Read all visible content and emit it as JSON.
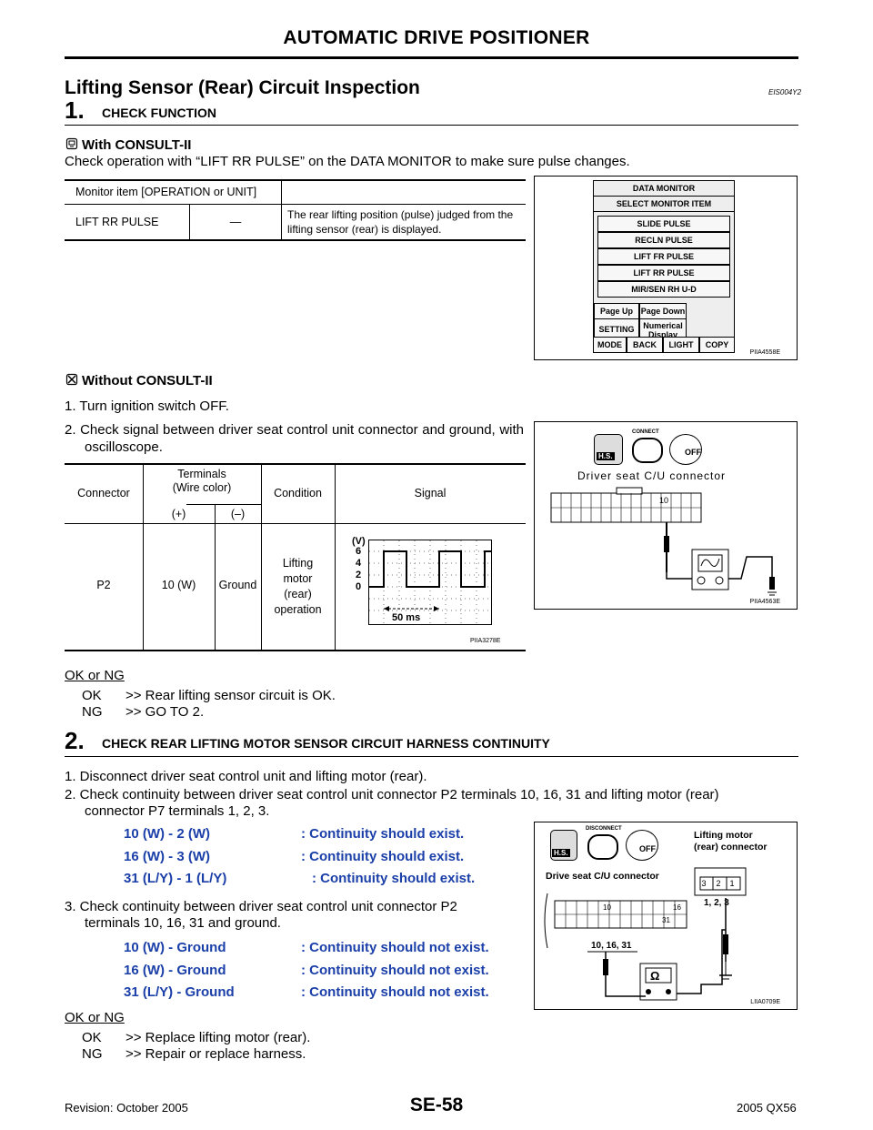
{
  "header": {
    "title": "AUTOMATIC DRIVE POSITIONER"
  },
  "section": {
    "title": "Lifting Sensor (Rear) Circuit Inspection",
    "code": "EIS004Y2"
  },
  "step1": {
    "number": "1.",
    "title": "CHECK FUNCTION",
    "with_label": "With CONSULT-II",
    "with_text": "Check operation with “LIFT RR PULSE” on the DATA MONITOR to make sure pulse changes.",
    "monitor_table": {
      "header": "Monitor item [OPERATION or UNIT]",
      "row": {
        "item": "LIFT RR PULSE",
        "unit": "—",
        "desc": "The rear lifting position (pulse) judged from the lifting sensor (rear) is displayed."
      }
    },
    "monitor_screen": {
      "title": "DATA MONITOR",
      "subtitle": "SELECT MONITOR ITEM",
      "items": [
        "SLIDE PULSE",
        "RECLN PULSE",
        "LIFT FR PULSE",
        "LIFT RR PULSE",
        "MIR/SEN RH U-D"
      ],
      "buttons": [
        "Page Up",
        "Page Down",
        "SETTING",
        "Numerical Display",
        "MODE",
        "BACK",
        "LIGHT",
        "COPY"
      ],
      "code": "PIIA4558E"
    },
    "without_label": "Without CONSULT-II",
    "steps": [
      "1.  Turn ignition switch OFF.",
      "2.  Check signal between driver seat control unit connector and ground, with oscilloscope."
    ],
    "signal_table": {
      "h_connector": "Connector",
      "h_terminals": "Terminals",
      "h_wire": "(Wire color)",
      "h_plus": "(+)",
      "h_minus": "(–)",
      "h_condition": "Condition",
      "h_signal": "Signal",
      "row": {
        "connector": "P2",
        "plus": "10 (W)",
        "minus": "Ground",
        "condition_lines": [
          "Lifting",
          "motor",
          "(rear)",
          "operation"
        ]
      }
    },
    "waveform": {
      "unit": "(V)",
      "ticks": [
        "6",
        "4",
        "2",
        "0"
      ],
      "time": "50 ms",
      "code": "PIIA3278E"
    },
    "connector_fig": {
      "label": "Driver seat C/U connector",
      "pin": "10",
      "tag1": "CONNECT",
      "tag2": "H.S.",
      "tag3": "OFF",
      "code": "PIIA4563E"
    },
    "ok_ng": "OK or NG",
    "ok": {
      "key": "OK",
      "text": ">> Rear lifting sensor circuit is OK."
    },
    "ng": {
      "key": "NG",
      "text": ">> GO TO 2."
    }
  },
  "step2": {
    "number": "2.",
    "title": "CHECK REAR LIFTING MOTOR SENSOR CIRCUIT HARNESS CONTINUITY",
    "steps": [
      "1.  Disconnect driver seat control unit and lifting motor (rear).",
      "2.  Check continuity between driver seat control unit connector P2 terminals 10, 16, 31 and lifting motor (rear)",
      "connector P7 terminals 1, 2, 3."
    ],
    "continuity1": [
      {
        "pair": "10 (W) - 2 (W)",
        "result": ": Continuity should exist."
      },
      {
        "pair": "16 (W) - 3 (W)",
        "result": ": Continuity should exist."
      },
      {
        "pair": "31 (L/Y) - 1 (L/Y)",
        "result": ": Continuity should exist."
      }
    ],
    "step3_lines": [
      "3.  Check continuity between driver seat control unit connector P2",
      "terminals 10, 16, 31 and ground."
    ],
    "continuity2": [
      {
        "pair": "10 (W) - Ground",
        "result": ": Continuity should not exist."
      },
      {
        "pair": "16 (W) - Ground",
        "result": ": Continuity should not exist."
      },
      {
        "pair": "31 (L/Y) - Ground",
        "result": ": Continuity should not exist."
      }
    ],
    "fig": {
      "tag1": "DISCONNECT",
      "tag2": "H.S.",
      "tag3": "OFF",
      "motor_label1": "Lifting motor",
      "motor_label2": "(rear) connector",
      "motor_pins": [
        "3",
        "2",
        "1"
      ],
      "motor_terms": "1, 2, 3",
      "cu_label": "Drive seat C/U connector",
      "cu_pins": [
        "10",
        "16",
        "31"
      ],
      "cu_terms": "10, 16, 31",
      "ohm": "Ω",
      "code": "LIIA0709E"
    },
    "ok_ng": "OK or NG",
    "ok": {
      "key": "OK",
      "text": ">> Replace lifting motor (rear)."
    },
    "ng": {
      "key": "NG",
      "text": ">> Repair or replace harness."
    }
  },
  "footer": {
    "revision": "Revision: October 2005",
    "page": "SE-58",
    "model": "2005 QX56"
  }
}
